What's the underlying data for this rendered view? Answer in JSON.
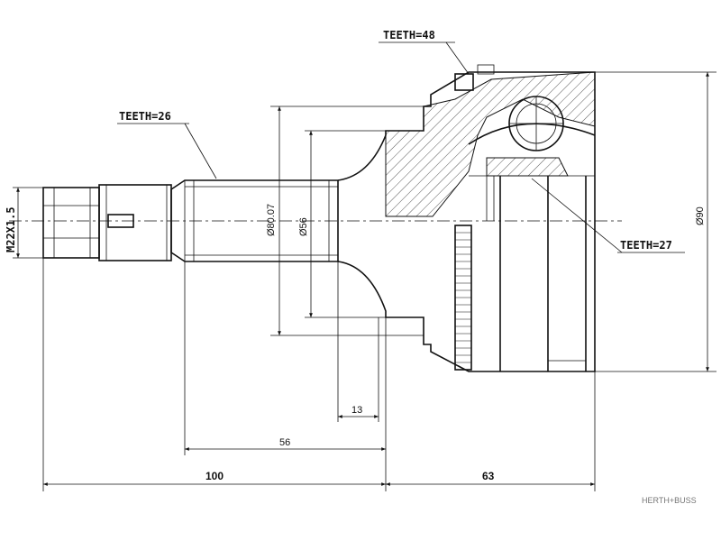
{
  "labels": {
    "teeth_outer_ring": "TEETH=48",
    "teeth_spline": "TEETH=26",
    "teeth_inner": "TEETH=27",
    "thread": "M22X1.5",
    "dia_80": "Ø80.07",
    "dia_56": "Ø56",
    "dia_90": "Ø90"
  },
  "dimensions": {
    "d13": "13",
    "d56": "56",
    "d100": "100",
    "d63": "63"
  },
  "brand": "HERTH+BUSS"
}
